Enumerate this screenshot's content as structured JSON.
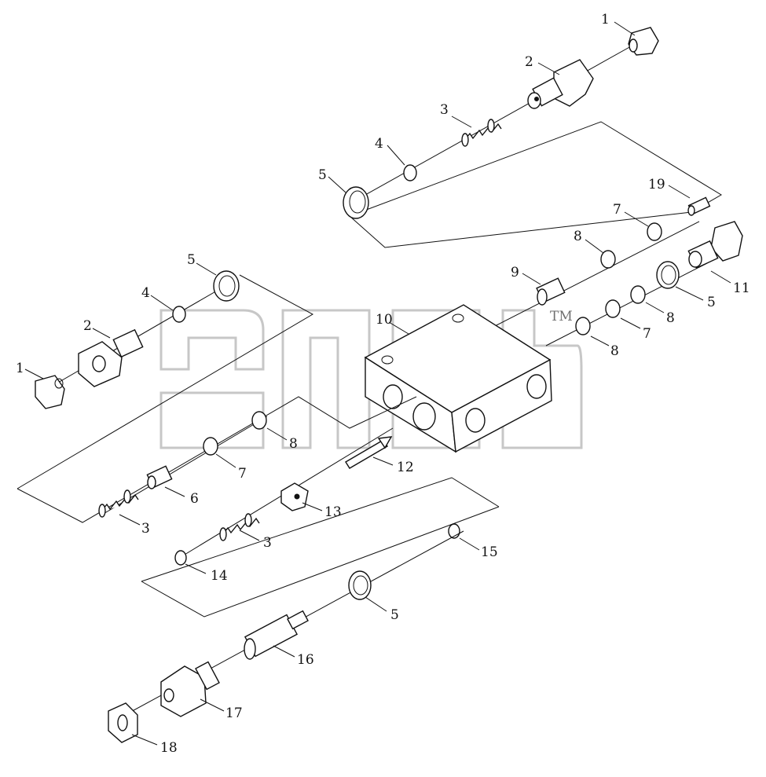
{
  "diagram": {
    "type": "exploded-parts-view",
    "watermark": {
      "text": "TM"
    },
    "callouts": [
      "1",
      "2",
      "3",
      "4",
      "5",
      "19",
      "7",
      "8",
      "9",
      "11",
      "5",
      "8",
      "7",
      "8",
      "10",
      "5",
      "4",
      "2",
      "1",
      "8",
      "7",
      "12",
      "6",
      "13",
      "3",
      "3",
      "15",
      "14",
      "5",
      "16",
      "17",
      "18"
    ]
  }
}
